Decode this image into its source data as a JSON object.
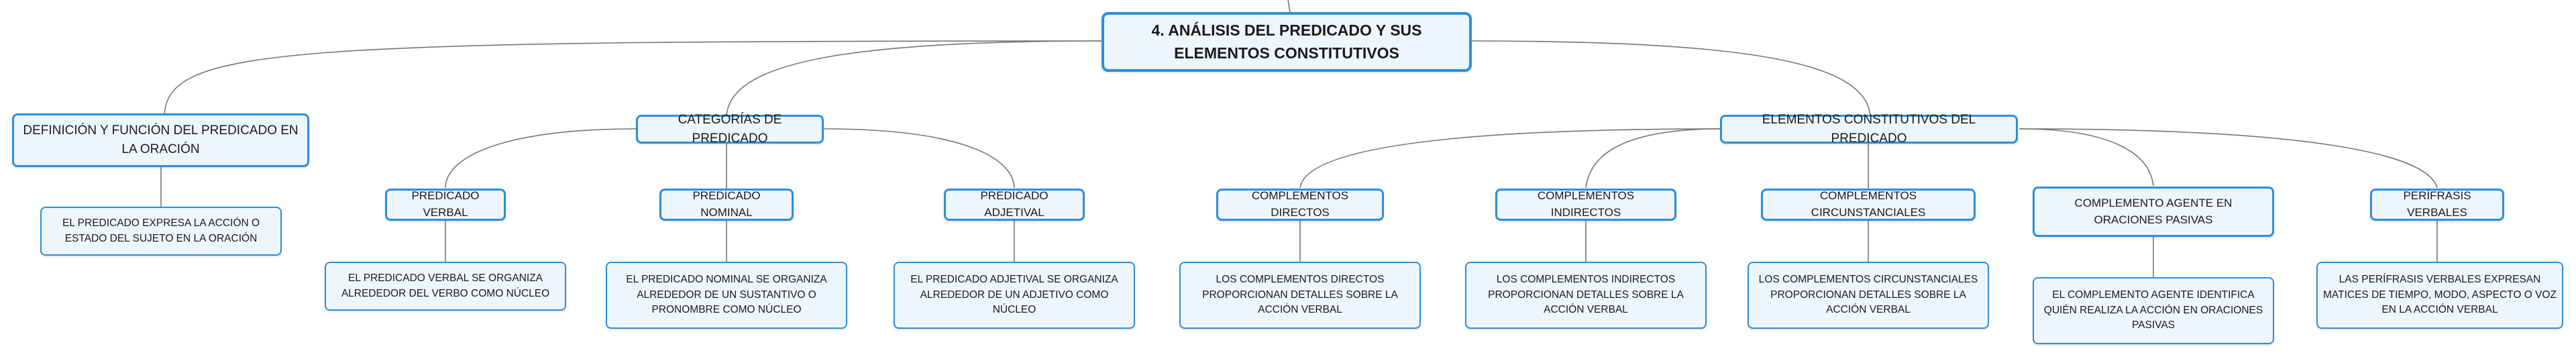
{
  "root": {
    "label": "4. ANÁLISIS DEL PREDICADO Y SUS ELEMENTOS CONSTITUTIVOS"
  },
  "definicion": {
    "label": "DEFINICIÓN Y FUNCIÓN DEL PREDICADO EN LA ORACIÓN",
    "detail": "EL PREDICADO EXPRESA LA ACCIÓN O ESTADO DEL SUJETO EN LA ORACIÓN"
  },
  "categorias": {
    "label": "CATEGORÍAS DE PREDICADO",
    "items": [
      {
        "label": "PREDICADO VERBAL",
        "detail": "EL PREDICADO VERBAL SE ORGANIZA ALREDEDOR DEL VERBO COMO NÚCLEO"
      },
      {
        "label": "PREDICADO NOMINAL",
        "detail": "EL PREDICADO NOMINAL SE ORGANIZA ALREDEDOR DE UN SUSTANTIVO O PRONOMBRE COMO NÚCLEO"
      },
      {
        "label": "PREDICADO ADJETIVAL",
        "detail": "EL PREDICADO ADJETIVAL SE ORGANIZA ALREDEDOR DE UN ADJETIVO COMO NÚCLEO"
      }
    ]
  },
  "elementos": {
    "label": "ELEMENTOS CONSTITUTIVOS DEL PREDICADO",
    "items": [
      {
        "label": "COMPLEMENTOS DIRECTOS",
        "detail": "LOS COMPLEMENTOS DIRECTOS PROPORCIONAN DETALLES SOBRE LA ACCIÓN VERBAL"
      },
      {
        "label": "COMPLEMENTOS INDIRECTOS",
        "detail": "LOS COMPLEMENTOS INDIRECTOS PROPORCIONAN DETALLES SOBRE LA ACCIÓN VERBAL"
      },
      {
        "label": "COMPLEMENTOS CIRCUNSTANCIALES",
        "detail": "LOS COMPLEMENTOS CIRCUNSTANCIALES PROPORCIONAN DETALLES SOBRE LA ACCIÓN VERBAL"
      },
      {
        "label": "COMPLEMENTO AGENTE EN ORACIONES PASIVAS",
        "detail": "EL COMPLEMENTO AGENTE IDENTIFICA QUIÉN REALIZA LA ACCIÓN EN ORACIONES PASIVAS"
      },
      {
        "label": "PERÍFRASIS VERBALES",
        "detail": "LAS PERÍFRASIS VERBALES EXPRESAN MATICES DE TIEMPO, MODO, ASPECTO O VOZ EN LA ACCIÓN VERBAL"
      }
    ]
  },
  "colors": {
    "node_border": "#2e8fd9",
    "node_fill": "#eef6fd",
    "connector": "#777777"
  }
}
